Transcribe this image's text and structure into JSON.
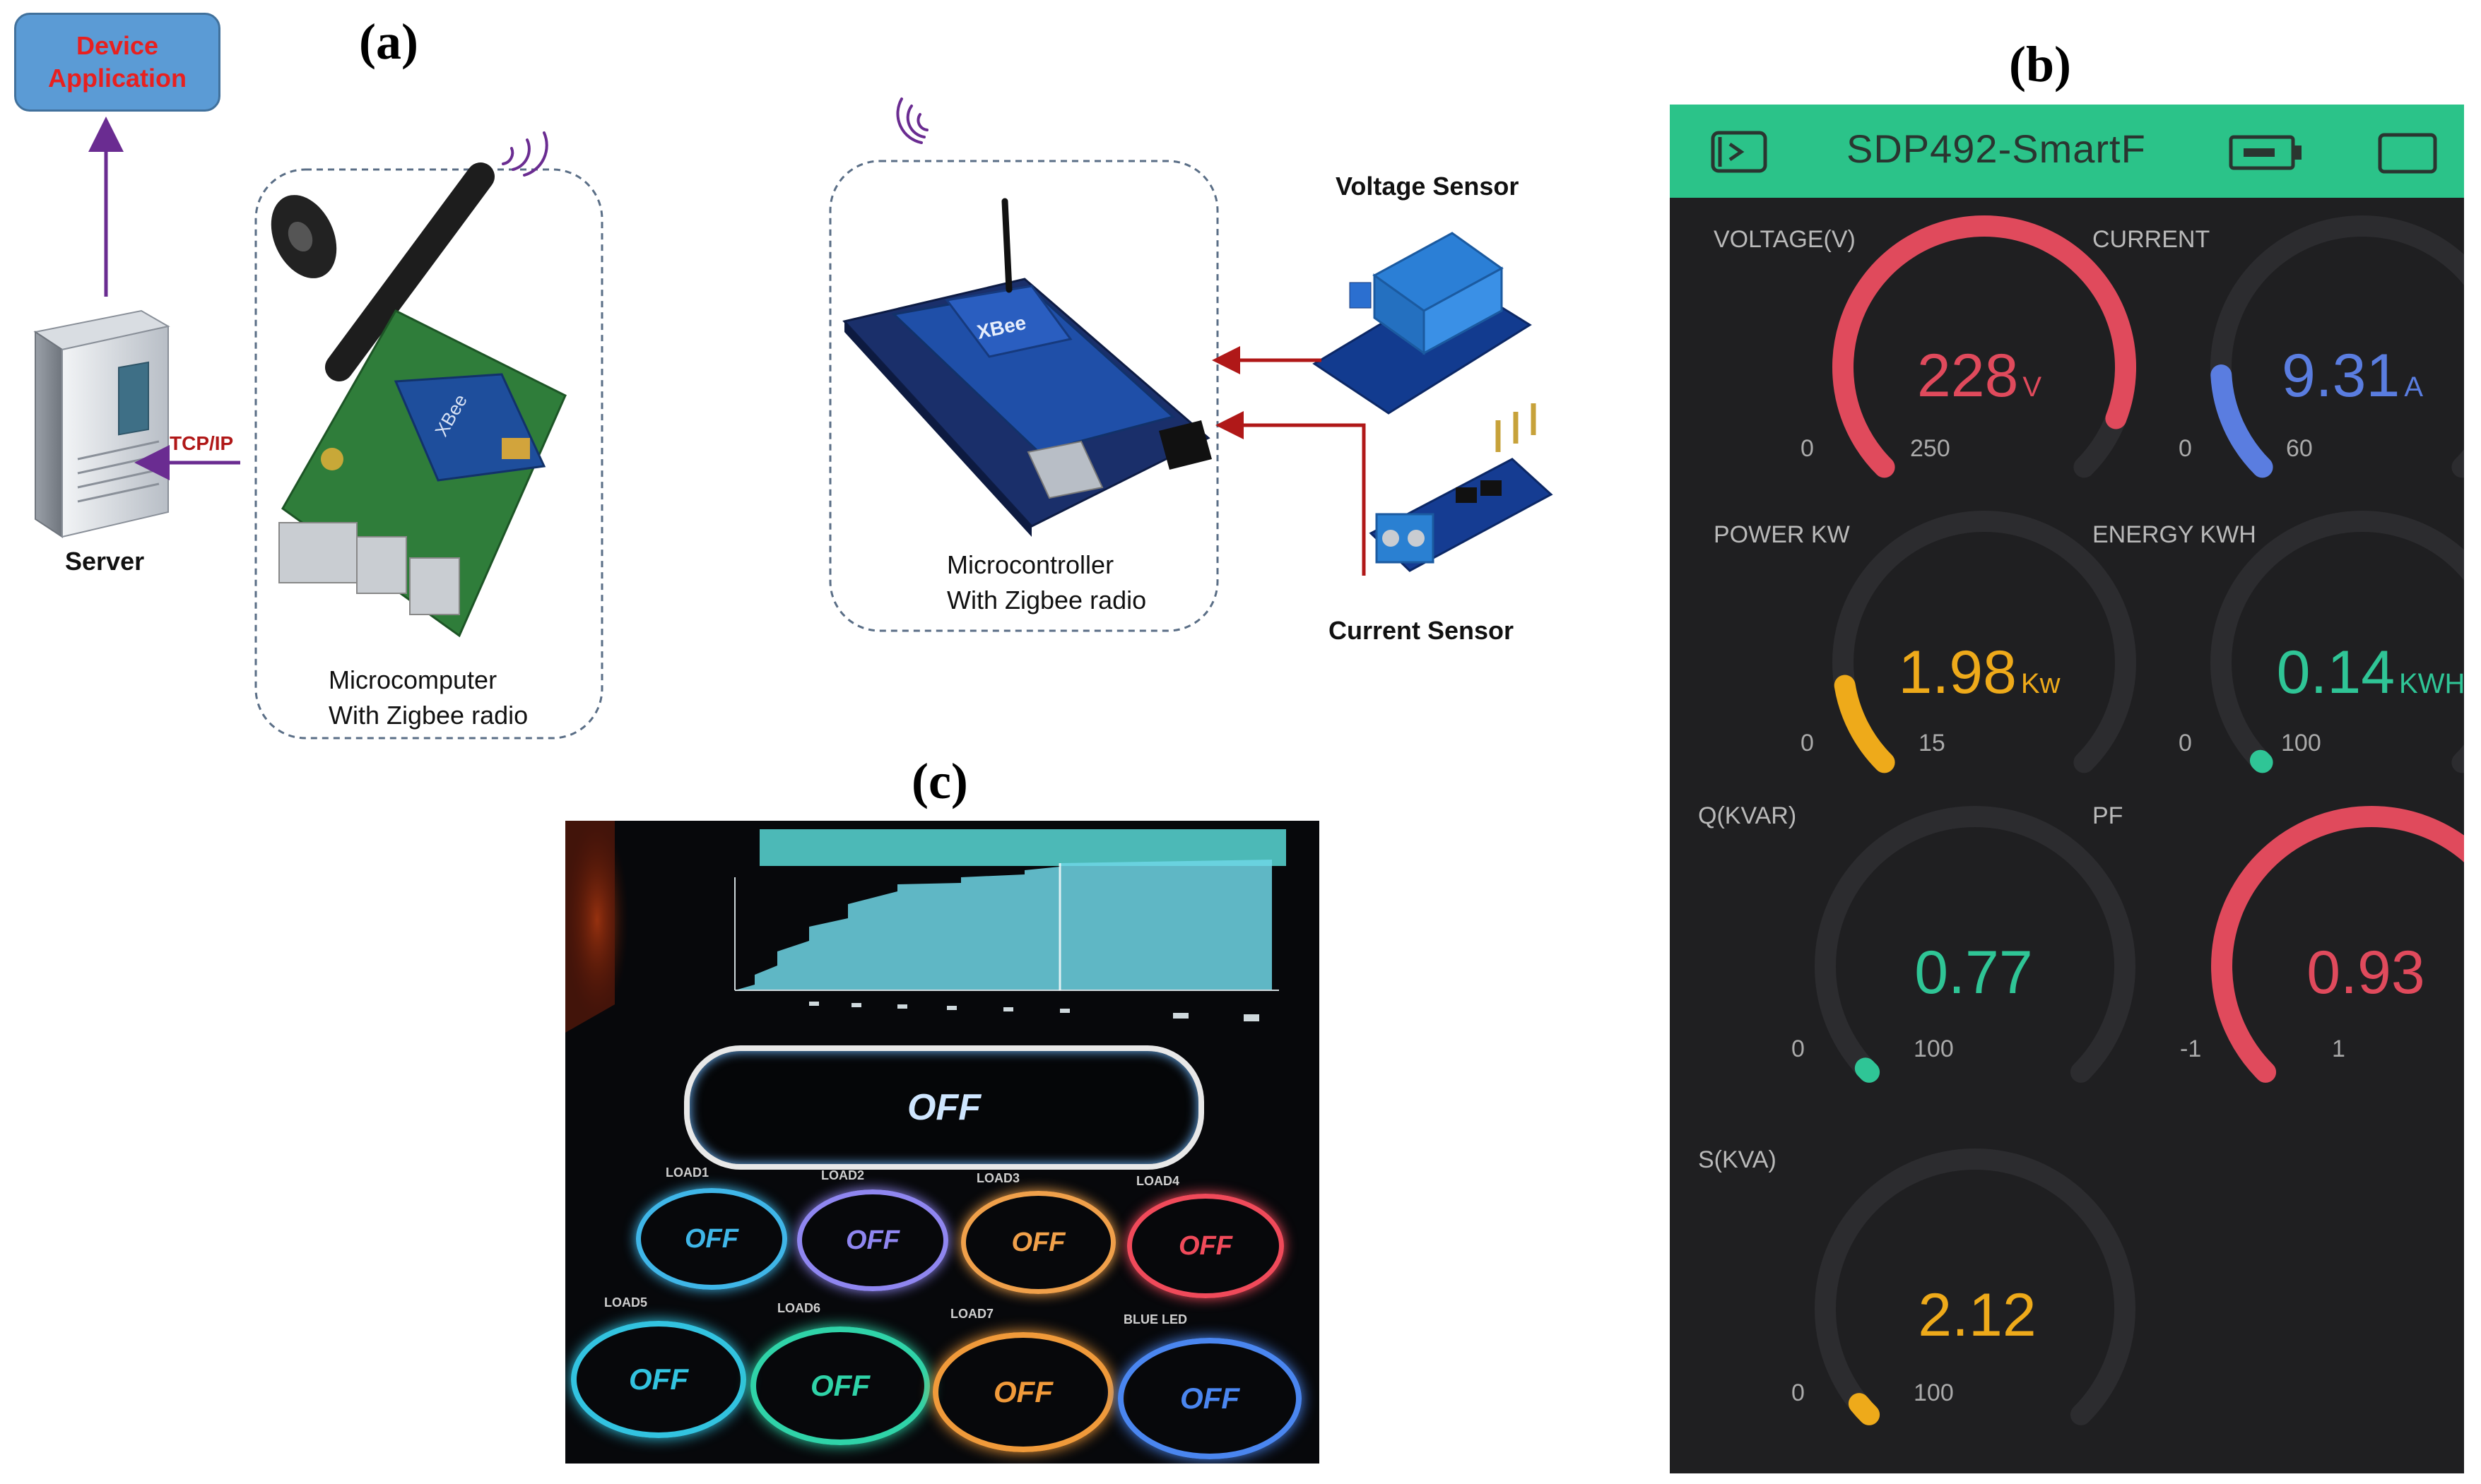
{
  "panel_labels": {
    "a": "(a)",
    "b": "(b)",
    "c": "(c)"
  },
  "diagram": {
    "device_app": {
      "line1": "Device",
      "line2": "Application"
    },
    "server_label": "Server",
    "link_label": "TCP/IP",
    "microcomputer": {
      "line1": "Microcomputer",
      "line2": "With Zigbee radio"
    },
    "microcontroller": {
      "line1": "Microcontroller",
      "line2": "With Zigbee radio"
    },
    "voltage_sensor": "Voltage Sensor",
    "current_sensor": "Current Sensor",
    "xbee_mark": "XBee",
    "colors": {
      "arrow_purple": "#6a2c91",
      "arrow_red": "#b01818",
      "device_app_text": "#e8201f",
      "device_app_fill": "#5b9bd5"
    }
  },
  "app": {
    "title": "SDP492-SmartF",
    "header_color": "#2bc389",
    "gauges": [
      {
        "label": "VOLTAGE(V)",
        "value": "228",
        "unit": "V",
        "min": "0",
        "max": "250",
        "fraction": 0.912,
        "color": "#e04a5c"
      },
      {
        "label": "CURRENT",
        "value": "9.31",
        "unit": "A",
        "min": "0",
        "max": "60",
        "fraction": 0.155,
        "color": "#5a7de0"
      },
      {
        "label": "POWER KW",
        "value": "1.98",
        "unit": "Kw",
        "min": "0",
        "max": "15",
        "fraction": 0.132,
        "color": "#eeaa1a"
      },
      {
        "label": "ENERGY KWH",
        "value": "0.14",
        "unit": "KWH",
        "min": "0",
        "max": "100",
        "fraction": 0.0014,
        "color": "#2fc596"
      },
      {
        "label": "Q(KVAR)",
        "value": "0.77",
        "unit": "",
        "min": "0",
        "max": "100",
        "fraction": 0.0077,
        "color": "#2fc596"
      },
      {
        "label": "PF",
        "value": "0.93",
        "unit": "",
        "min": "-1",
        "max": "1",
        "fraction": 0.965,
        "color": "#e04a5c"
      },
      {
        "label": "S(KVA)",
        "value": "2.12",
        "unit": "",
        "min": "0",
        "max": "100",
        "fraction": 0.0212,
        "color": "#eeaa1a"
      }
    ]
  },
  "tablet": {
    "main_button": "OFF",
    "buttons": [
      {
        "label": "OFF",
        "color": "#3fb6e8"
      },
      {
        "label": "OFF",
        "color": "#8f86f0"
      },
      {
        "label": "OFF",
        "color": "#f0a04a"
      },
      {
        "label": "OFF",
        "color": "#f04a5a"
      },
      {
        "label": "OFF",
        "color": "#32c3e0"
      },
      {
        "label": "OFF",
        "color": "#2fd3a8"
      },
      {
        "label": "OFF",
        "color": "#f09a3a"
      },
      {
        "label": "OFF",
        "color": "#4a86f0"
      }
    ],
    "load_labels": [
      "LOAD1",
      "LOAD2",
      "LOAD3",
      "LOAD4",
      "LOAD5",
      "LOAD6",
      "LOAD7",
      "BLUE LED"
    ],
    "chart_fill": "#6fd6e6"
  }
}
